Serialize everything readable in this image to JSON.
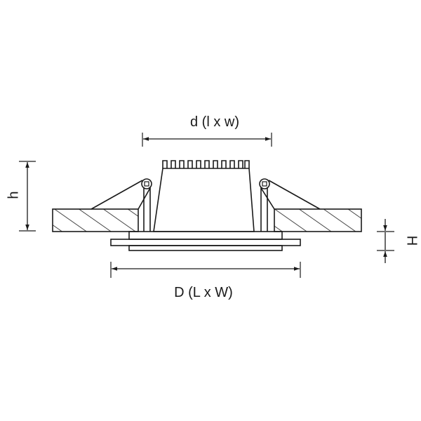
{
  "labels": {
    "inner_dimension": "d (l x w)",
    "outer_dimension": "D (L x W)",
    "recess_height": "h",
    "visible_height": "H"
  },
  "colors": {
    "stroke": "#1a1a1a",
    "background": "#ffffff"
  }
}
